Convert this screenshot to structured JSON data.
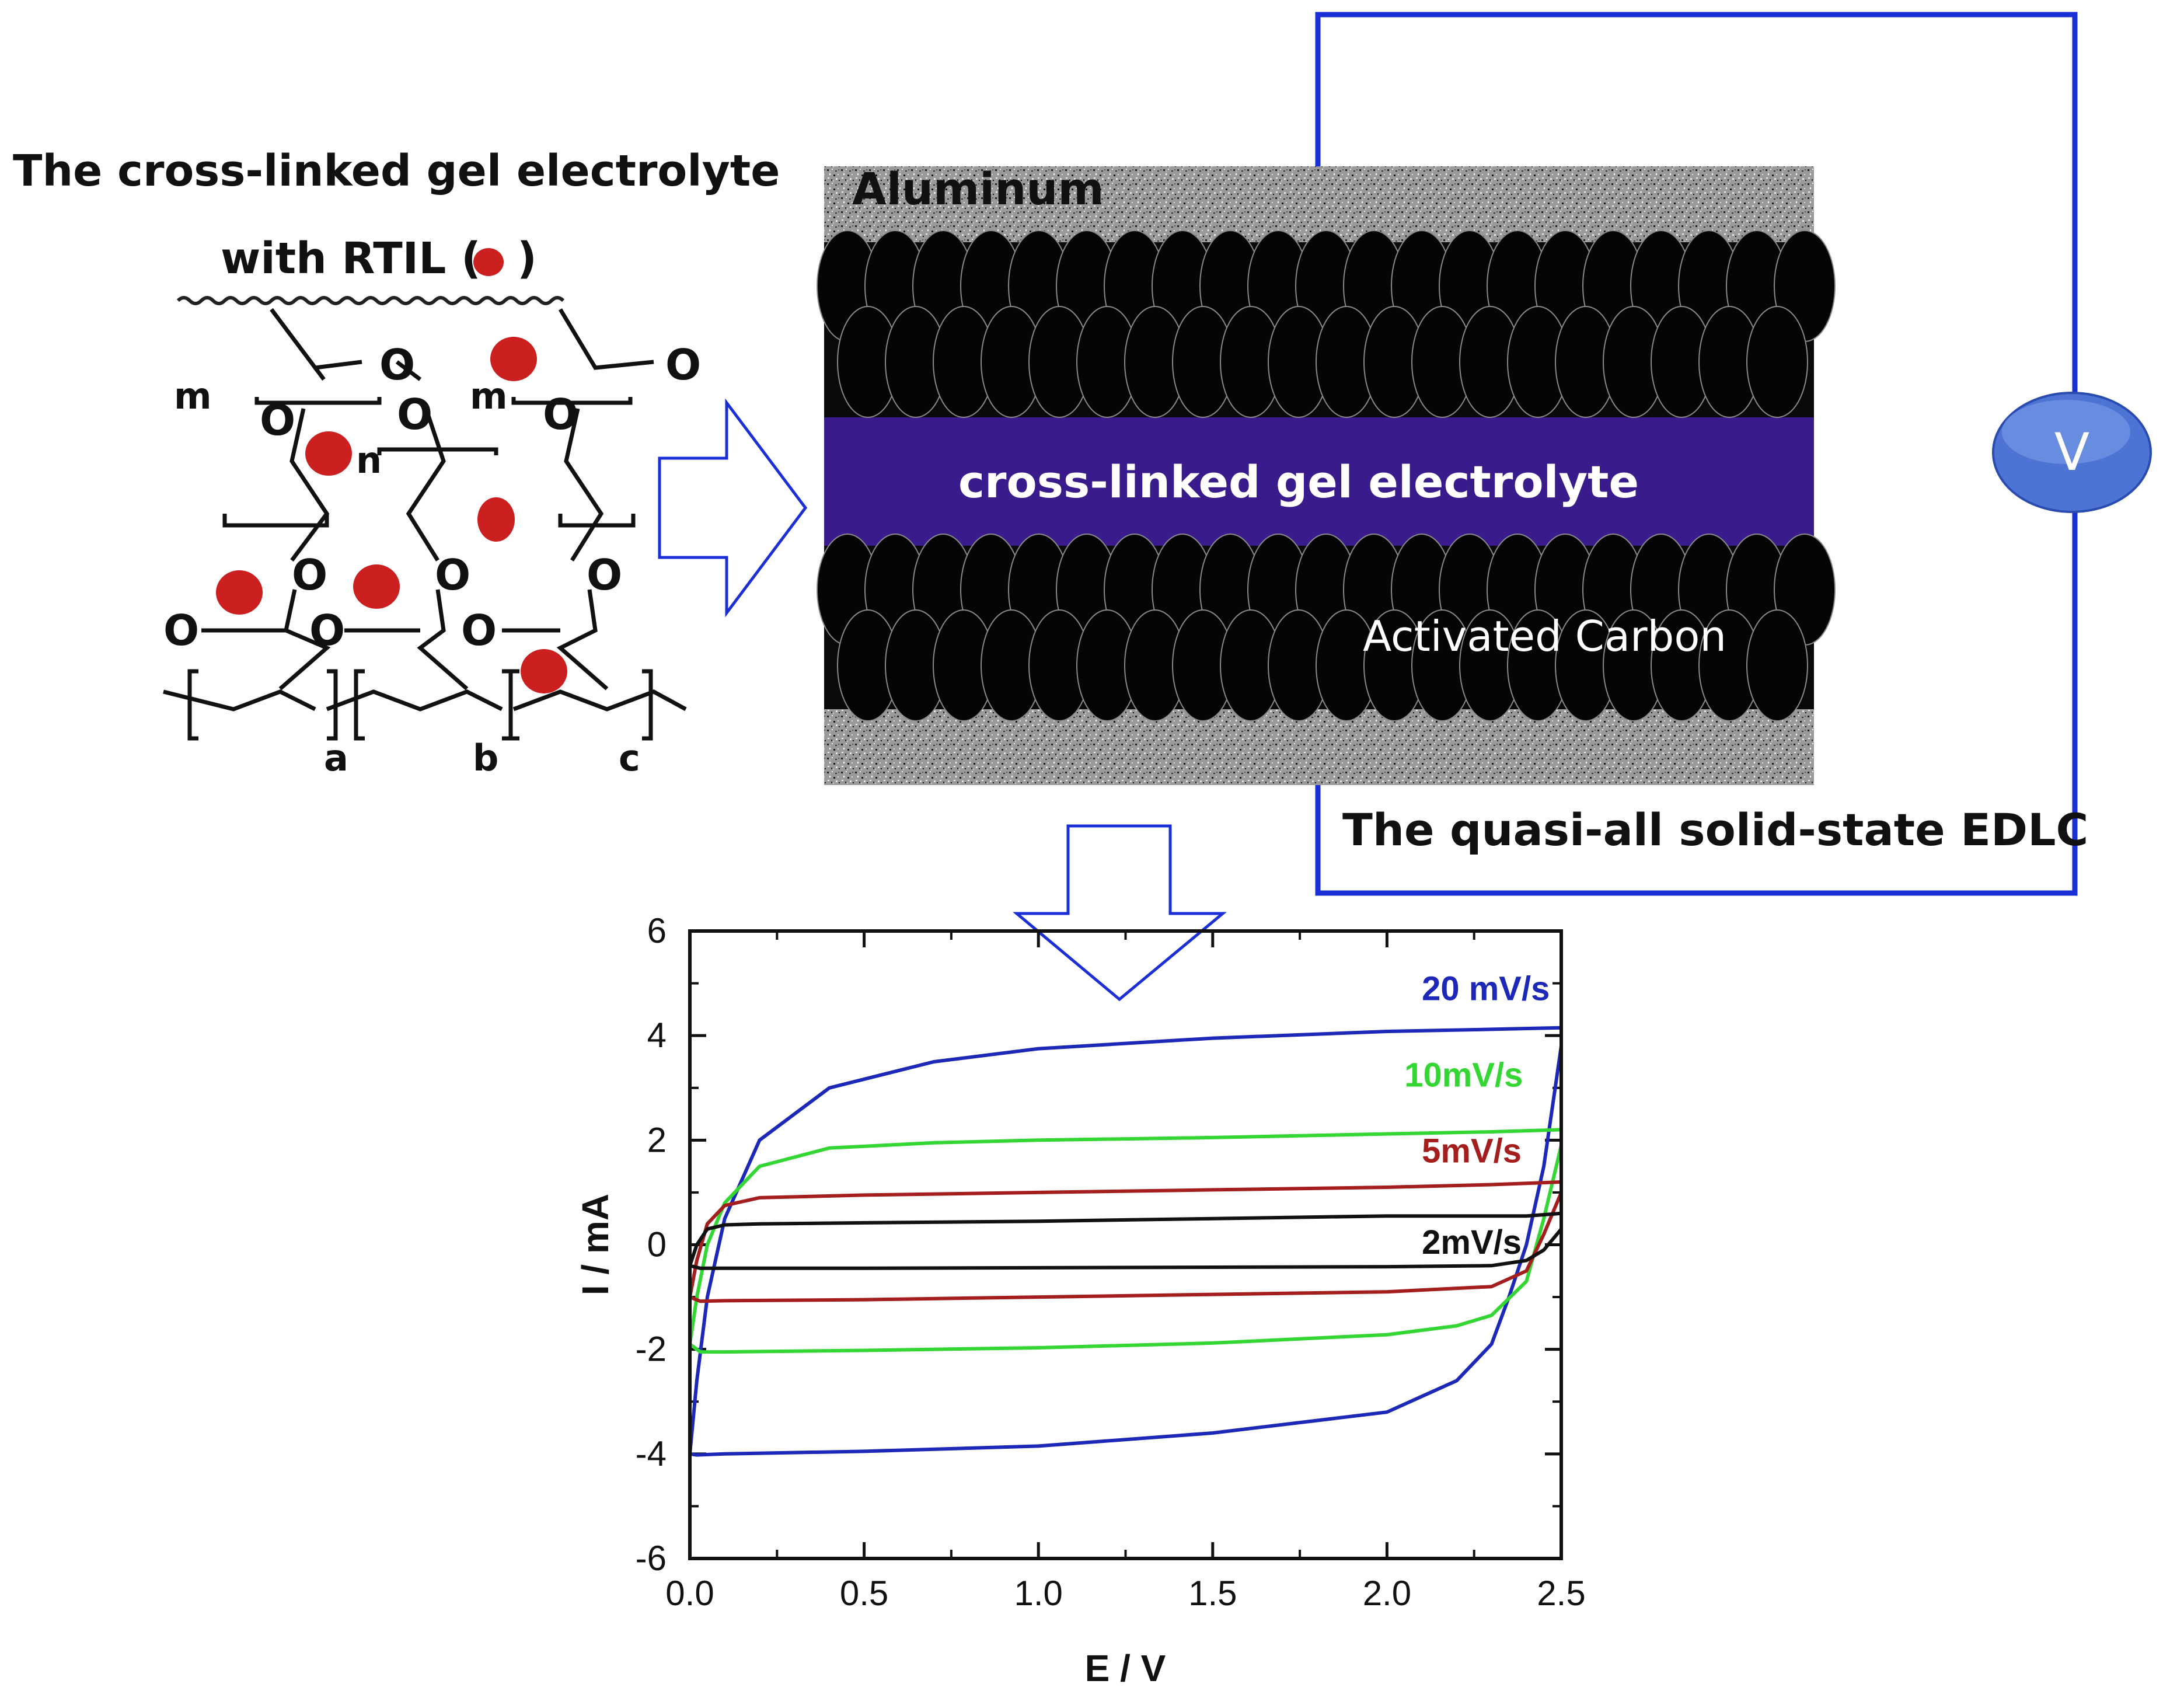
{
  "scheme": {
    "title_line1": "The cross-linked gel electrolyte",
    "title_line2": "with RTIL (",
    "title_line2_end": ")",
    "chem_letters": [
      "m",
      "m",
      "n",
      "a",
      "b",
      "c",
      "O"
    ]
  },
  "device": {
    "aluminum_label": "Aluminum",
    "electrolyte_label": "cross-linked gel electrolyte",
    "carbon_label": "Activated Carbon",
    "caption": "The quasi-all solid-state EDLC",
    "voltmeter_label": "V",
    "colors": {
      "circuit": "#1a2fd6",
      "electrolyte": "#3a1b8c",
      "ion": "#cc1f1f"
    }
  },
  "chart_data": {
    "type": "line",
    "xlabel": "E / V",
    "ylabel": "I / mA",
    "xlim": [
      0.0,
      2.5
    ],
    "ylim": [
      -6,
      6
    ],
    "xticks": [
      "0.0",
      "0.5",
      "1.0",
      "1.5",
      "2.0",
      "2.5"
    ],
    "yticks": [
      "6",
      "4",
      "2",
      "0",
      "-2",
      "-4",
      "-6"
    ],
    "series": [
      {
        "name": "20 mV/s",
        "color": "#1c28b8",
        "x": [
          0.0,
          0.02,
          0.05,
          0.1,
          0.2,
          0.4,
          0.7,
          1.0,
          1.5,
          2.0,
          2.3,
          2.5,
          2.5,
          2.45,
          2.4,
          2.35,
          2.3,
          2.2,
          2.0,
          1.5,
          1.0,
          0.5,
          0.1,
          0.02,
          0.0
        ],
        "y": [
          -4.0,
          -2.6,
          -1.0,
          0.5,
          2.0,
          3.0,
          3.5,
          3.75,
          3.95,
          4.08,
          4.12,
          4.15,
          3.8,
          1.5,
          0.0,
          -1.0,
          -1.9,
          -2.6,
          -3.2,
          -3.6,
          -3.85,
          -3.95,
          -4.0,
          -4.02,
          -4.0
        ]
      },
      {
        "name": "10mV/s",
        "color": "#33d633",
        "x": [
          0.0,
          0.02,
          0.05,
          0.1,
          0.2,
          0.4,
          0.7,
          1.0,
          1.5,
          2.0,
          2.3,
          2.5,
          2.5,
          2.45,
          2.4,
          2.3,
          2.2,
          2.0,
          1.5,
          1.0,
          0.5,
          0.1,
          0.03,
          0.0
        ],
        "y": [
          -1.9,
          -1.0,
          0.0,
          0.8,
          1.5,
          1.85,
          1.95,
          2.0,
          2.05,
          2.12,
          2.16,
          2.2,
          1.9,
          0.5,
          -0.7,
          -1.35,
          -1.55,
          -1.72,
          -1.88,
          -1.97,
          -2.02,
          -2.05,
          -2.05,
          -1.9
        ]
      },
      {
        "name": "5mV/s",
        "color": "#a51e1e",
        "x": [
          0.0,
          0.02,
          0.05,
          0.1,
          0.2,
          0.5,
          1.0,
          1.5,
          2.0,
          2.3,
          2.5,
          2.5,
          2.45,
          2.4,
          2.3,
          2.0,
          1.5,
          1.0,
          0.5,
          0.1,
          0.03,
          0.0
        ],
        "y": [
          -1.0,
          -0.3,
          0.4,
          0.75,
          0.9,
          0.95,
          1.0,
          1.05,
          1.1,
          1.15,
          1.2,
          1.0,
          0.2,
          -0.5,
          -0.8,
          -0.9,
          -0.95,
          -1.0,
          -1.05,
          -1.07,
          -1.08,
          -1.0
        ]
      },
      {
        "name": "2mV/s",
        "color": "#111111",
        "x": [
          0.0,
          0.02,
          0.05,
          0.1,
          0.2,
          0.5,
          1.0,
          1.5,
          2.0,
          2.4,
          2.5,
          2.5,
          2.45,
          2.4,
          2.3,
          2.0,
          1.5,
          1.0,
          0.5,
          0.1,
          0.03,
          0.0
        ],
        "y": [
          -0.4,
          0.0,
          0.3,
          0.38,
          0.4,
          0.42,
          0.45,
          0.5,
          0.55,
          0.55,
          0.6,
          0.3,
          -0.1,
          -0.3,
          -0.4,
          -0.42,
          -0.43,
          -0.44,
          -0.45,
          -0.45,
          -0.45,
          -0.4
        ]
      }
    ]
  }
}
